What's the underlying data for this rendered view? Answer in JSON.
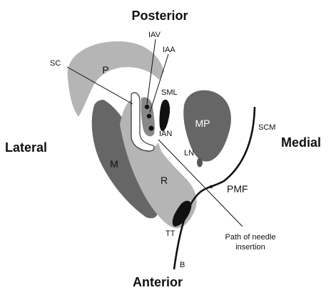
{
  "orientation": {
    "posterior": "Posterior",
    "anterior": "Anterior",
    "lateral": "Lateral",
    "medial": "Medial"
  },
  "structures": {
    "p": "P",
    "m": "M",
    "r": "R",
    "mp": "MP",
    "sc": "SC",
    "iav": "IAV",
    "iaa": "IAA",
    "sml": "SML",
    "ian": "IAN",
    "ln": "LN",
    "scm": "SCM",
    "pmf": "PMF",
    "tt": "TT",
    "b": "B"
  },
  "needle_label": {
    "line1": "Path of needle",
    "line2": "insertion"
  },
  "colors": {
    "dark_gray": "#666666",
    "light_gray": "#b5b5b5",
    "black": "#111111"
  }
}
